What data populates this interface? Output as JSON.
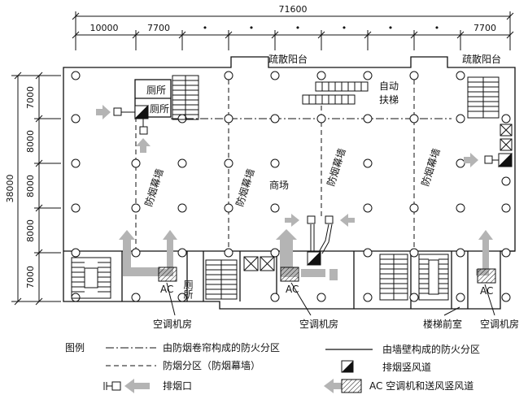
{
  "dimensions": {
    "overall_width": "71600",
    "bays": [
      "10000",
      "7700",
      "•",
      "•",
      "•",
      "•",
      "•",
      "•",
      "7700"
    ],
    "overall_depth": "38000",
    "rows": [
      "7000",
      "8000",
      "8000",
      "8000",
      "7000"
    ]
  },
  "labels": {
    "balcony_left": "疏散阳台",
    "balcony_right": "疏散阳台",
    "toilet_1": "厕所",
    "toilet_2": "厕所",
    "toilet_3": "厕所",
    "escalator": "自动扶梯",
    "mall": "商场",
    "smoke_curtain": "防烟幕墙",
    "ac": "AC",
    "ac_room": "空调机房",
    "stair_lobby": "楼梯前室"
  },
  "legend": {
    "title": "图例",
    "shutter_zone": "由防烟卷帘构成的防火分区",
    "wall_zone": "由墙壁构成的防火分区",
    "smoke_zone": "防烟分区（防烟幕墙）",
    "exhaust_shaft": "排烟竖风道",
    "exhaust_port": "排烟口",
    "ac_shaft": "AC 空调机和送风竖风道"
  },
  "colors": {
    "arrow": "#b4b4b4",
    "line": "#111111"
  }
}
